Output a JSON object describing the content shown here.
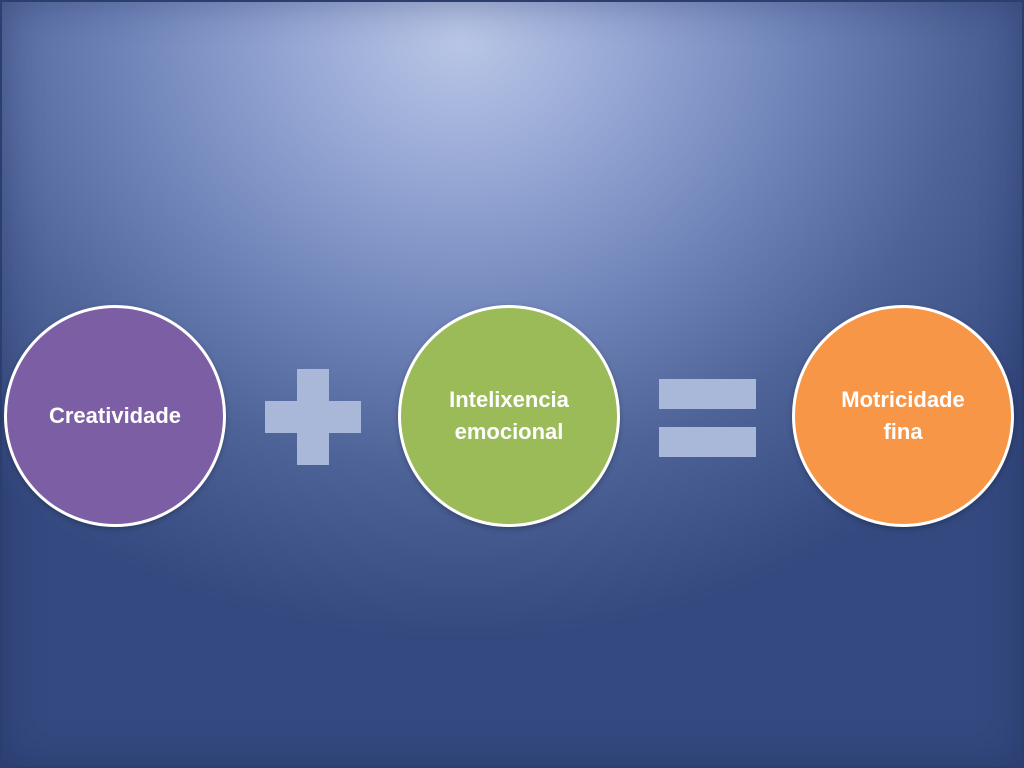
{
  "diagram": {
    "nodes": [
      {
        "id": "c1",
        "label": "Creatividade",
        "color": "#7b5ea3"
      },
      {
        "id": "c2",
        "label": "Intelixencia emocional",
        "color": "#9bbb59"
      },
      {
        "id": "c3",
        "label": "Motricidade fina",
        "color": "#f79646"
      }
    ],
    "operators": [
      "plus",
      "equals"
    ],
    "operator_color": "#a9b7d9"
  }
}
